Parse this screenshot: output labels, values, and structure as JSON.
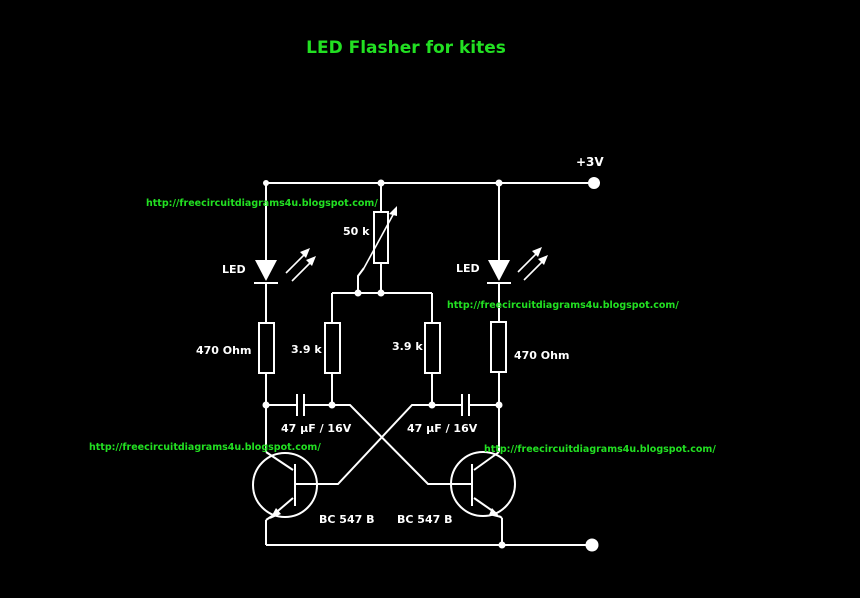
{
  "title": "LED Flasher for kites",
  "supply_label": "+3V",
  "watermark": "http://freecircuitdiagrams4u.blogspot.com/",
  "components": {
    "potentiometer": "50 k",
    "led_left": "LED",
    "led_right": "LED",
    "resistor_left_led": "470 Ohm",
    "resistor_right_led": "470 Ohm",
    "resistor_left_base": "3.9 k",
    "resistor_right_base": "3.9 k",
    "capacitor_left": "47 µF / 16V",
    "capacitor_right": "47 µF / 16V",
    "transistor_left": "BC 547 B",
    "transistor_right": "BC 547 B"
  },
  "colors": {
    "background": "#000000",
    "wire": "#ffffff",
    "accent": "#22e022"
  }
}
